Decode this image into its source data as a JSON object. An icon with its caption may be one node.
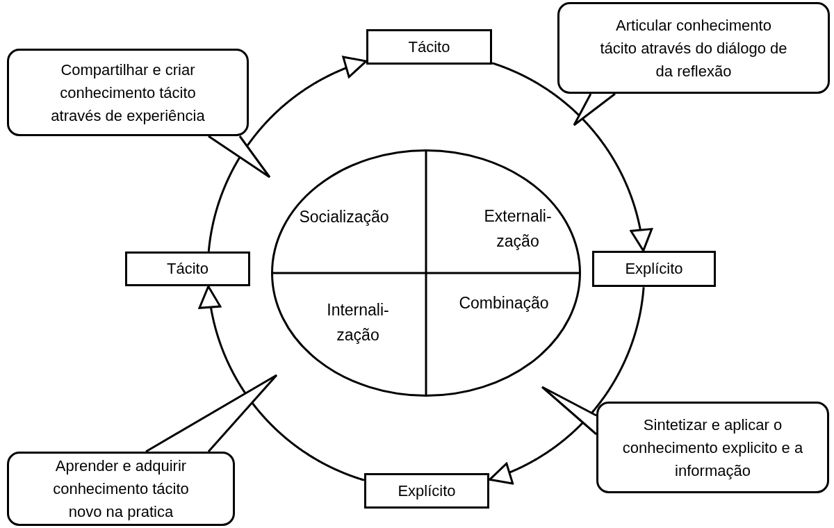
{
  "diagram": {
    "nodes": [
      {
        "text": [
          "Compartilhar e criar conhecimento tácito através de experiência"
        ]
      },
      {
        "text": [
          "Tácito"
        ]
      },
      {
        "text": [
          "Articular conhecimento tácito através do diálogo de da reflexão"
        ]
      },
      {
        "text": [],
        "shape": "circle"
      },
      {
        "text": [
          "Socialização"
        ],
        "in": 3
      },
      {
        "text": [
          "Externali- zação"
        ],
        "in": 3
      },
      {
        "text": [
          "Internali- zação"
        ],
        "in": 3
      },
      {
        "text": [
          "Combinação"
        ],
        "in": 3
      },
      {
        "text": [
          "Tácito"
        ]
      },
      {
        "text": [
          "Explícito"
        ]
      },
      {
        "text": [
          "Sintetizar e aplicar o conhecimento explicito e a informação"
        ]
      },
      {
        "text": [
          "Aprender e adquirir conhecimento tácito novo na pratica"
        ]
      },
      {
        "text": [
          "Explícito"
        ]
      }
    ],
    "edges": [
      {
        "from": 8,
        "to": 1,
        "arrow": "to"
      },
      {
        "from": 1,
        "to": 9,
        "arrow": "to"
      },
      {
        "from": 9,
        "to": 12,
        "arrow": "to"
      },
      {
        "from": 12,
        "to": 8,
        "arrow": "to"
      }
    ]
  }
}
